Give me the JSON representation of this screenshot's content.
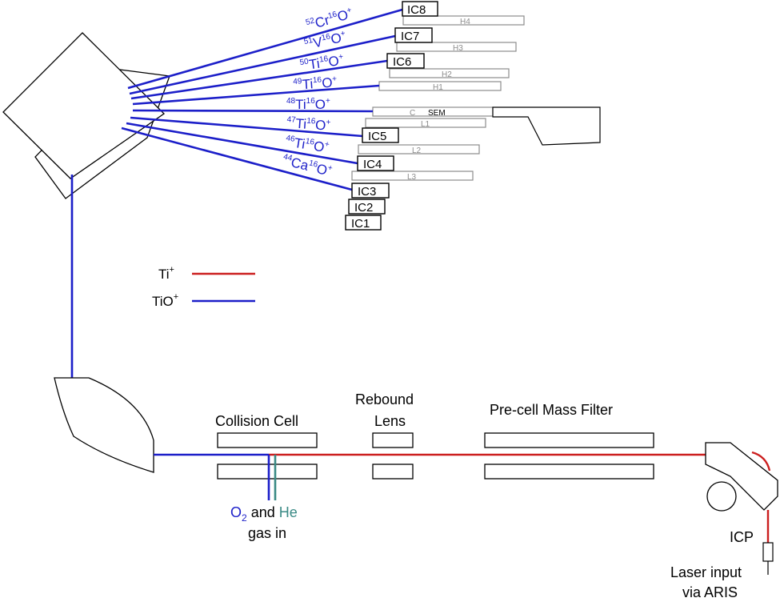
{
  "colors": {
    "ti_beam": "#cc1f1f",
    "tio_beam": "#1c1fc9",
    "he_gas": "#3a8a85",
    "outline": "#000000",
    "detector_outline": "#8c8c8c"
  },
  "legend": {
    "ti": {
      "base": "Ti",
      "sup": "+"
    },
    "tio": {
      "base": "TiO",
      "sup": "+"
    }
  },
  "beams": [
    {
      "mass_a": "52",
      "el_a": "Cr",
      "mass_b": "16",
      "el_b": "O",
      "charge": "+"
    },
    {
      "mass_a": "51",
      "el_a": "V",
      "mass_b": "16",
      "el_b": "O",
      "charge": "+"
    },
    {
      "mass_a": "50",
      "el_a": "Ti",
      "mass_b": "16",
      "el_b": "O",
      "charge": "+"
    },
    {
      "mass_a": "49",
      "el_a": "Ti",
      "mass_b": "16",
      "el_b": "O",
      "charge": "+"
    },
    {
      "mass_a": "48",
      "el_a": "Ti",
      "mass_b": "16",
      "el_b": "O",
      "charge": "+"
    },
    {
      "mass_a": "47",
      "el_a": "Ti",
      "mass_b": "16",
      "el_b": "O",
      "charge": "+"
    },
    {
      "mass_a": "46",
      "el_a": "Ti",
      "mass_b": "16",
      "el_b": "O",
      "charge": "+"
    },
    {
      "mass_a": "44",
      "el_a": "Ca",
      "mass_b": "16",
      "el_b": "O",
      "charge": "+"
    }
  ],
  "ion_counters": [
    "IC8",
    "IC7",
    "IC6",
    "IC5",
    "IC4",
    "IC3",
    "IC2",
    "IC1"
  ],
  "faraday_cups": [
    "H4",
    "H3",
    "H2",
    "H1",
    "C",
    "L1",
    "L2",
    "L3"
  ],
  "sem_label": "SEM",
  "components": {
    "collision_cell": "Collision Cell",
    "rebound_lens_line1": "Rebound",
    "rebound_lens_line2": "Lens",
    "precell_filter": "Pre-cell Mass Filter",
    "icp": "ICP",
    "laser_line1": "Laser input",
    "laser_line2": "via ARIS"
  },
  "gas": {
    "o2_base": "O",
    "o2_sub": "2",
    "and": "and",
    "he": "He",
    "line2": "gas in"
  }
}
